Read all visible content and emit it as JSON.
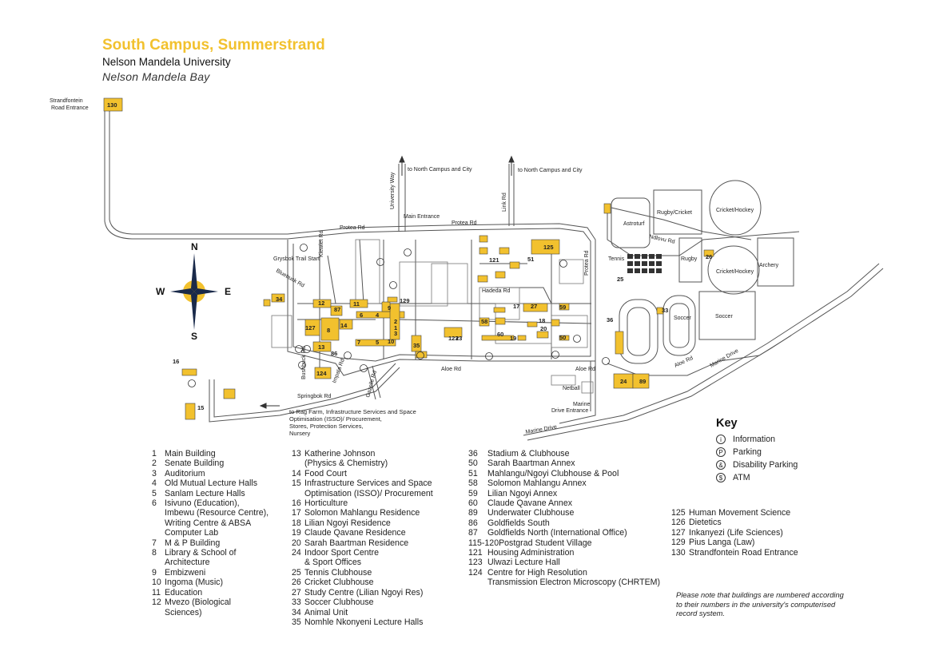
{
  "header": {
    "title": "South Campus, Summerstrand",
    "subtitle": "Nelson Mandela University",
    "subtitle2": "Nelson Mandela Bay"
  },
  "colors": {
    "building": "#f2c12e",
    "road": "#555555",
    "accent": "#f2c12e"
  },
  "compass": {
    "n": "N",
    "s": "S",
    "e": "E",
    "w": "W"
  },
  "map_labels": {
    "strandfontein": "Strandfontein",
    "strandfontein2": "Road Entrance",
    "entrance_num": "130",
    "to_north1": "to North Campus and City",
    "to_north2": "to North Campus and City",
    "university_way": "University Way",
    "main_entrance": "Main Entrance",
    "link_rd": "Link Rd",
    "protea_rd_w": "Protea Rd",
    "protea_rd_e": "Protea Rd",
    "protea_rd_v": "Protea Rd",
    "astroturf": "Astroturf",
    "rugby_cricket": "Rugby/Cricket",
    "cricket_hockey1": "Cricket/Hockey",
    "ndlovu_rd": "Ndlovu Rd",
    "rugby": "Rugby",
    "cricket_hockey2": "Cricket/Hockey",
    "archery": "Archery",
    "tennis": "Tennis",
    "soccer1": "Soccer",
    "soccer2": "Soccer",
    "grysbok": "Grysbok Trail Start",
    "kiewiet": "Kiewiet Rd",
    "bluebuck": "Bluebuck Rd",
    "aloe_rd1": "Aloe Rd",
    "aloe_rd2": "Aloe Rd",
    "aloe_rd3": "Aloe Rd",
    "springbok": "Springbok Rd",
    "bushbuck": "Bushbuck Rd",
    "impala": "Impala Rd",
    "gazelle": "Gazelle Rd",
    "hadeda": "Hadeda Rd",
    "netball": "Netball",
    "marine_entrance1": "Marine",
    "marine_entrance2": "Drive Entrance",
    "marine_drive": "Marine Drive",
    "marine_drive2": "Marine Drive",
    "rag_farm": "to Rag Farm, Infrastructure Services and Space\nOptimisation (ISSO)/ Procurement,\nStores, Protection Services,\nNursery"
  },
  "building_numbers": [
    "1",
    "2",
    "3",
    "4",
    "5",
    "6",
    "7",
    "8",
    "9",
    "10",
    "11",
    "12",
    "13",
    "14",
    "15",
    "16",
    "17",
    "18",
    "19",
    "20",
    "23",
    "24",
    "25",
    "26",
    "27",
    "33",
    "34",
    "35",
    "36",
    "50",
    "51",
    "58",
    "59",
    "60",
    "86",
    "87",
    "89",
    "121",
    "123",
    "124",
    "125",
    "127",
    "129"
  ],
  "legend_col1": [
    {
      "n": "1",
      "t": "Main Building"
    },
    {
      "n": "2",
      "t": "Senate Building"
    },
    {
      "n": "3",
      "t": "Auditorium"
    },
    {
      "n": "4",
      "t": "Old Mutual Lecture Halls"
    },
    {
      "n": "5",
      "t": "Sanlam Lecture Halls"
    },
    {
      "n": "6",
      "t": "Isivuno (Education),\nImbewu (Resource Centre),\nWriting Centre & ABSA\nComputer Lab"
    },
    {
      "n": "7",
      "t": "M & P Building"
    },
    {
      "n": "8",
      "t": "Library & School of\nArchitecture"
    },
    {
      "n": "9",
      "t": "Embizweni"
    },
    {
      "n": "10",
      "t": "Ingoma  (Music)"
    },
    {
      "n": "11",
      "t": "Education"
    },
    {
      "n": "12",
      "t": "Mvezo (Biological\nSciences)"
    }
  ],
  "legend_col2": [
    {
      "n": "13",
      "t": "Katherine Johnson\n(Physics & Chemistry)"
    },
    {
      "n": "14",
      "t": "Food Court"
    },
    {
      "n": "15",
      "t": "Infrastructure Services and Space\nOptimisation (ISSO)/ Procurement"
    },
    {
      "n": "16",
      "t": "Horticulture"
    },
    {
      "n": "17",
      "t": "Solomon Mahlangu Residence"
    },
    {
      "n": "18",
      "t": "Lilian Ngoyi Residence"
    },
    {
      "n": "19",
      "t": "Claude Qavane Residence"
    },
    {
      "n": "20",
      "t": "Sarah Baartman Residence"
    },
    {
      "n": "24",
      "t": "Indoor Sport Centre\n& Sport Offices"
    },
    {
      "n": "25",
      "t": "Tennis Clubhouse"
    },
    {
      "n": "26",
      "t": "Cricket Clubhouse"
    },
    {
      "n": "27",
      "t": "Study Centre (Lilian Ngoyi Res)"
    },
    {
      "n": "33",
      "t": "Soccer Clubhouse"
    },
    {
      "n": "34",
      "t": "Animal Unit"
    },
    {
      "n": "35",
      "t": "Nomhle Nkonyeni Lecture Halls"
    }
  ],
  "legend_col3": [
    {
      "n": "36",
      "t": "Stadium & Clubhouse"
    },
    {
      "n": "50",
      "t": "Sarah Baartman Annex"
    },
    {
      "n": "51",
      "t": "Mahlangu/Ngoyi Clubhouse & Pool"
    },
    {
      "n": "58",
      "t": "Solomon Mahlangu Annex"
    },
    {
      "n": "59",
      "t": "Lilian Ngoyi Annex"
    },
    {
      "n": "60",
      "t": "Claude Qavane Annex"
    },
    {
      "n": "89",
      "t": "Underwater Clubhouse"
    },
    {
      "n": "86",
      "t": "Goldfields  South"
    },
    {
      "n": "87",
      "t": "Goldfields North (International Office)"
    },
    {
      "n": "115-120",
      "t": "Postgrad Student Village"
    },
    {
      "n": "121",
      "t": "Housing Administration"
    },
    {
      "n": "123",
      "t": "Ulwazi Lecture Hall"
    },
    {
      "n": "124",
      "t": "Centre for High Resolution\nTransmission Electron Microscopy (CHRTEM)"
    }
  ],
  "legend_col4": [
    {
      "n": "125",
      "t": "Human Movement Science"
    },
    {
      "n": "126",
      "t": "Dietetics"
    },
    {
      "n": "127",
      "t": "Inkanyezi (Life Sciences)"
    },
    {
      "n": "129",
      "t": "Pius Langa (Law)"
    },
    {
      "n": "130",
      "t": "Strandfontein Road Entrance"
    }
  ],
  "key": {
    "title": "Key",
    "items": [
      {
        "sym": "i",
        "label": "Information"
      },
      {
        "sym": "P",
        "label": "Parking"
      },
      {
        "sym": "&",
        "label": "Disability Parking"
      },
      {
        "sym": "$",
        "label": "ATM"
      }
    ]
  },
  "note": "Please note that buildings are numbered according to their numbers in the university's computerised record system."
}
